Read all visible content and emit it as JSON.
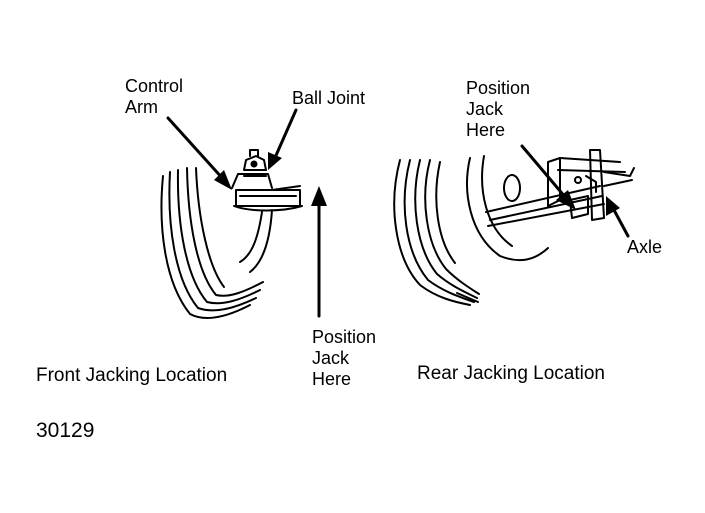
{
  "front": {
    "callouts": {
      "control_arm": "Control\nArm",
      "ball_joint": "Ball Joint",
      "position_jack": "Position\nJack\nHere"
    },
    "caption": "Front Jacking Location"
  },
  "rear": {
    "callouts": {
      "position_jack": "Position\nJack\nHere",
      "axle": "Axle"
    },
    "caption": "Rear Jacking Location"
  },
  "figure_number": "30129",
  "colors": {
    "ink": "#000000",
    "paper": "#ffffff"
  }
}
